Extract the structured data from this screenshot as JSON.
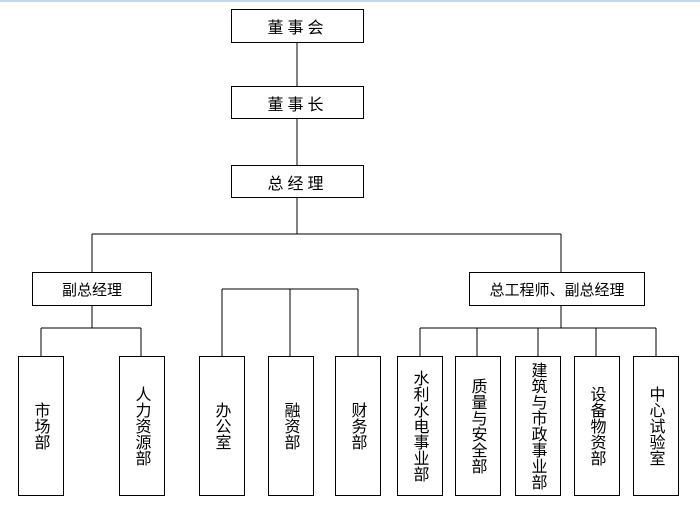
{
  "org_chart": {
    "board": "董事会",
    "chairman": "董事长",
    "general_manager": "总经理",
    "deputy_gm": "副总经理",
    "chief_engineer": "总工程师、副总经理",
    "departments": {
      "market": "市场部",
      "hr": "人力资源部",
      "office": "办公室",
      "finance_raise": "融资部",
      "accounting": "财务部",
      "hydro": "水利水电事业部",
      "quality": "质量与安全部",
      "construction": "建筑与市政事业部",
      "equipment": "设备物资部",
      "lab": "中心试验室"
    }
  }
}
